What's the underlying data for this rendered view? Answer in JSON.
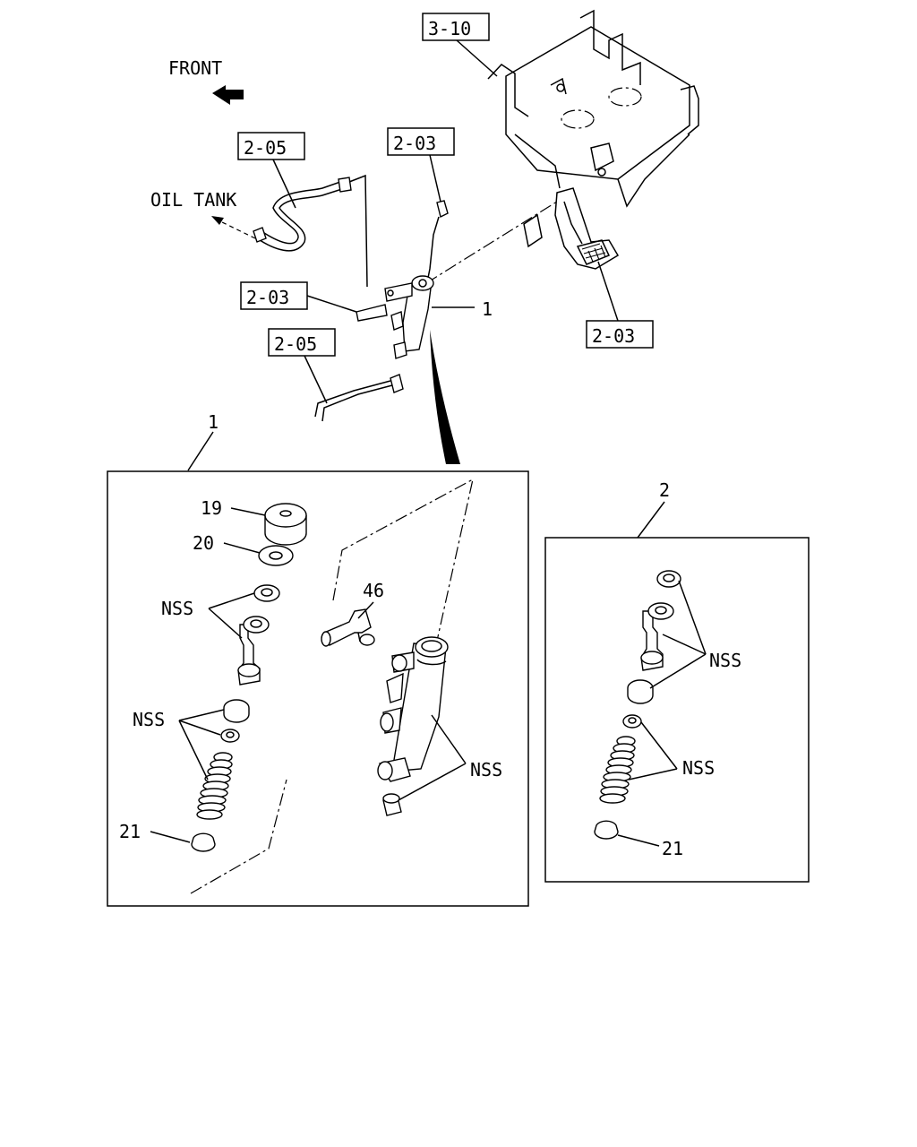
{
  "labels": {
    "front": "FRONT",
    "oil_tank": "OIL TANK",
    "ref_3_10": "3-10",
    "ref_2_05_top": "2-05",
    "ref_2_03_top": "2-03",
    "ref_2_03_left": "2-03",
    "ref_2_05_bottom": "2-05",
    "ref_2_03_right": "2-03",
    "item_1_main": "1",
    "panel1_title": "1",
    "panel2_title": "2"
  },
  "panel1": {
    "p19": "19",
    "p20": "20",
    "nss_a": "NSS",
    "nss_b": "NSS",
    "p46": "46",
    "nss_c": "NSS",
    "p21": "21"
  },
  "panel2": {
    "nss_a": "NSS",
    "nss_b": "NSS",
    "p21": "21"
  }
}
